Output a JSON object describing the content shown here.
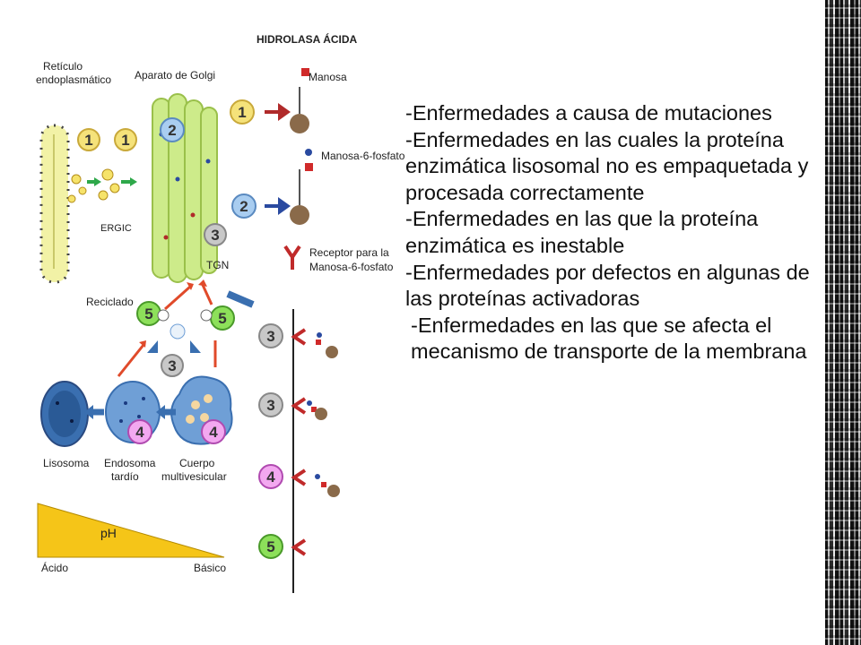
{
  "diagram": {
    "labels": {
      "reticulo_line1": "Retículo",
      "reticulo_line2": "endoplasmático",
      "golgi": "Aparato de Golgi",
      "ergic": "ERGIC",
      "tgn": "TGN",
      "reciclado": "Reciclado",
      "lisosoma": "Lisosoma",
      "endosoma_line1": "Endosoma",
      "endosoma_line2": "tardío",
      "cuerpo_line1": "Cuerpo",
      "cuerpo_line2": "multivesicular",
      "ph": "pH",
      "acido": "Ácido",
      "basico": "Básico",
      "hidrolasa": "HIDROLASA ÁCIDA",
      "manosa": "Manosa",
      "manosa6p": "Manosa-6-fosfato",
      "receptor_line1": "Receptor para la",
      "receptor_line2": "Manosa-6-fosfato"
    },
    "step_numbers": [
      "1",
      "2",
      "3",
      "4",
      "5"
    ],
    "colors": {
      "er": "#f2f2a6",
      "golgi": "#cdeb8a",
      "step1": "#f5e27a",
      "step2": "#a9cdf0",
      "step3": "#c8c8c8",
      "step4": "#f3a8f0",
      "step5": "#8de05a",
      "arrow_red": "#e04a2a",
      "arrow_blue": "#3a6fb0",
      "vesicle": "#6f9fd6",
      "ph_wedge": "#f5c518",
      "enzyme_body": "#8a6a4a"
    }
  },
  "text_list": [
    "-Enfermedades a causa de mutaciones",
    "-Enfermedades en las cuales la proteína enzimática lisosomal no es empaquetada y procesada correctamente",
    "-Enfermedades en las que la proteína enzimática es inestable",
    "-Enfermedades por defectos en algunas de las proteínas activadoras",
    " -Enfermedades en las que se afecta el mecanismo de transporte de la membrana"
  ]
}
